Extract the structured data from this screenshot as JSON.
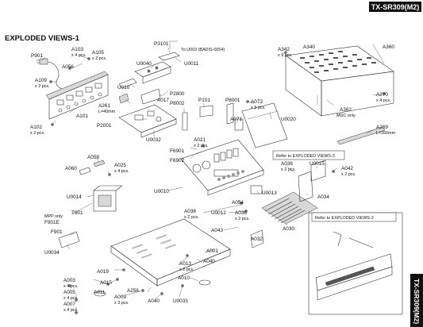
{
  "header": {
    "model_tag": "TX-SR309(M2)",
    "section_title": "EXPLODED VIEWS-1",
    "side_tab": "TX-SR309(M2)"
  },
  "references": {
    "ev3": "Refer to EXPLODED VIEWS-3",
    "ev2": "Refer to EXPLODED VIEWS-2",
    "to_u003": "To U003 (BADIS-0654)"
  },
  "labels": {
    "p901": "P901",
    "a103": "A103",
    "a103_q": "x 4 pcs.",
    "a105": "A105",
    "a105_q": "x 2 pcs.",
    "a056": "A056",
    "a109": "A109",
    "a109_q": "x 2 pcs.",
    "a101": "A101",
    "a102": "A102",
    "a102_q": "x 2 pcs.",
    "p3101": "P3101",
    "u0040": "U0040",
    "u0011": "U0011",
    "u010": "U010",
    "a017": "A017",
    "p2800": "P2800",
    "a261": "A261",
    "a261_q": "L=40mm",
    "p8002": "P8002",
    "p101": "P101",
    "p8001": "P8001",
    "p2001": "P2001",
    "u0032": "U0032",
    "a342": "A342",
    "a342_q": "x 9 pcs.",
    "a340": "A340",
    "a360": "A360",
    "a073": "A073",
    "a073_q": "x 3 pcs.",
    "a071": "A071",
    "a362": "A362",
    "a362_q": "MDC only",
    "a270": "A270",
    "a270_q": "x 4 pcs.",
    "u0020": "U0020",
    "a269": "A269",
    "a269_q": "L=350mm",
    "f6901": "F6901",
    "f6902": "F6902",
    "a021": "A021",
    "a021_q": "x 2 pcs.",
    "a058": "A058",
    "a025": "A025",
    "a025_q": "x 4 pcs.",
    "a060": "A060",
    "a036_a": "A036",
    "a036_a_q": "x 2 pcs.",
    "u0015": "U0015",
    "a042": "A042",
    "a042_q": "x 2 pcs.",
    "u0014": "U0014",
    "u0010": "U0010",
    "u0013": "U0013",
    "a054": "A054",
    "a034": "A034",
    "t901": "T901",
    "a038": "A038",
    "a038_q": "x 2 pcs.",
    "u0012": "U0012",
    "a036_b": "A036",
    "a036_b_q": "x 2 pcs.",
    "mpp_only": "MPP only",
    "f901e": "F901E",
    "f901": "F901",
    "a043": "A043",
    "a030": "A030",
    "a032": "A032",
    "u0034": "U0034",
    "a001": "A001",
    "a040_a": "A040",
    "a013": "A013",
    "a013_q": "x 2 pcs.",
    "a019": "A019",
    "a003": "A003",
    "a003_q": "x 4 pcs.",
    "a015": "A015",
    "a009": "A009",
    "a009_q": "x 3 pcs.",
    "a010": "A010",
    "a011": "A011",
    "a256": "A256",
    "a005": "A005",
    "a005_q": "x 4 pcs.",
    "a007": "A007",
    "a007_q": "x 4 pcs.",
    "a040_b": "A040",
    "u0033": "U0033"
  }
}
